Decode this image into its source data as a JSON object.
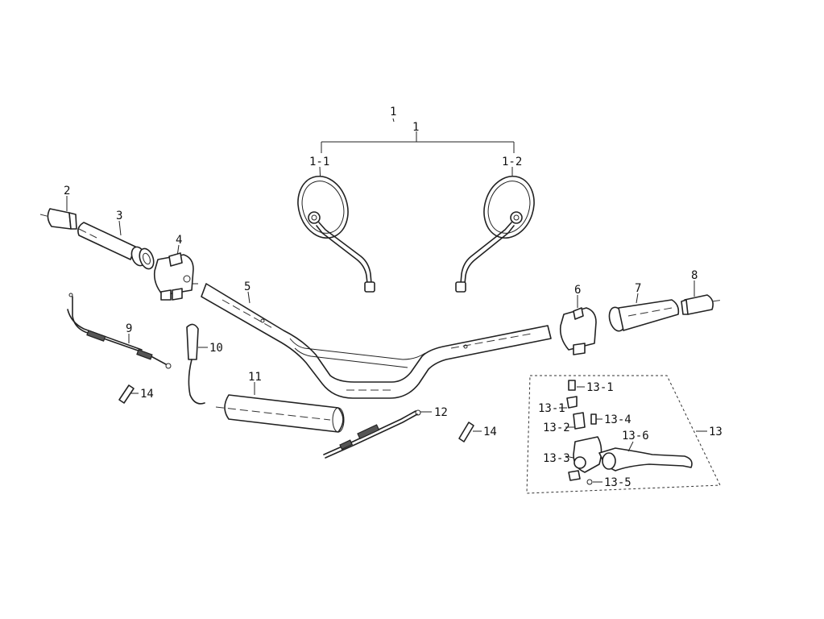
{
  "diagram": {
    "labels": {
      "top_1": "1",
      "mirror_group": "1",
      "mirror_left": "1-1",
      "mirror_right": "1-2",
      "p2": "2",
      "p3": "3",
      "p4": "4",
      "p5": "5",
      "p6": "6",
      "p7": "7",
      "p8": "8",
      "p9": "9",
      "p10": "10",
      "p11": "11",
      "p12": "12",
      "p13": "13",
      "p14a": "14",
      "p14b": "14",
      "p13_1a": "13-1",
      "p13_1b": "13-1",
      "p13_2": "13-2",
      "p13_3": "13-3",
      "p13_4": "13-4",
      "p13_5": "13-5",
      "p13_6": "13-6"
    }
  }
}
